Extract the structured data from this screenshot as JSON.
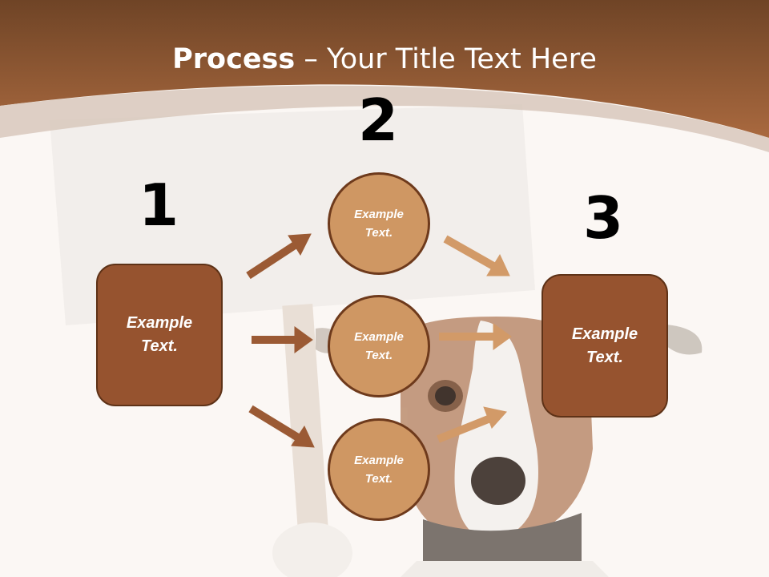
{
  "title": {
    "bold": "Process",
    "rest": " – Your Title Text Here"
  },
  "steps": {
    "one": "1",
    "two": "2",
    "three": "3"
  },
  "nodes": {
    "start": "Example Text.",
    "circle_top": "Example Text.",
    "circle_middle": "Example Text.",
    "circle_bottom": "Example Text.",
    "end": "Example Text."
  },
  "colors": {
    "header_brown": "#a0623a",
    "box_fill": "#96532f",
    "circle_fill": "#cf9763",
    "arrow_dark": "#9b5a34",
    "arrow_light": "#d29a68"
  }
}
